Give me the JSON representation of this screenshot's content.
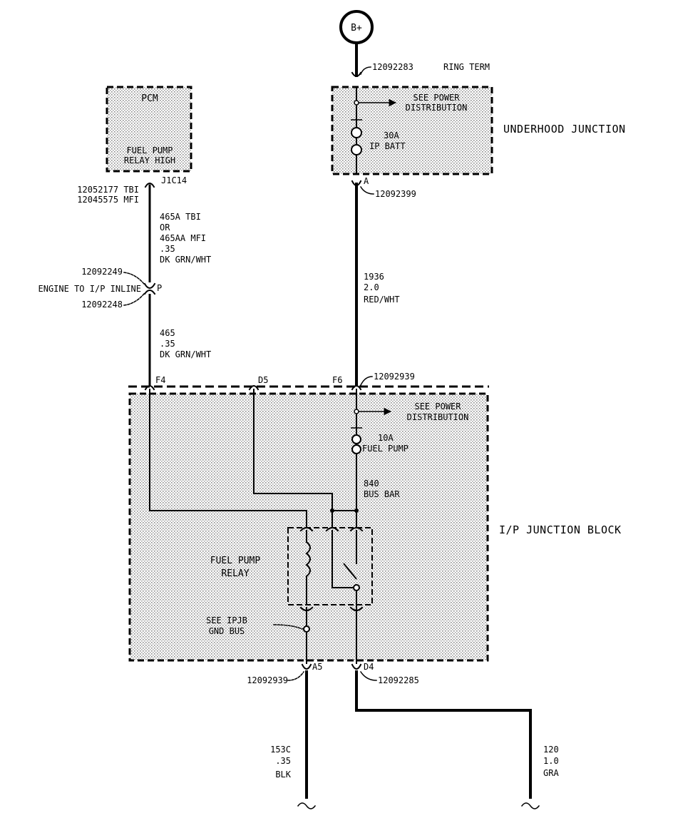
{
  "battery": {
    "label": "B+"
  },
  "top": {
    "ring_term_part": "12092283",
    "ring_term_label": "RING TERM"
  },
  "pcm": {
    "title": "PCM",
    "subtitle_line1": "FUEL PUMP",
    "subtitle_line2": "RELAY HIGH",
    "pin": "J1C14",
    "conn_tbi": "12052177 TBI",
    "conn_mfi": "12045575 MFI"
  },
  "underhood": {
    "name": "UNDERHOOD JUNCTION",
    "see_line1": "SEE POWER",
    "see_line2": "DISTRIBUTION",
    "fuse_amp": "30A",
    "fuse_name": "IP BATT",
    "pin": "A",
    "connector": "12092399"
  },
  "wire_pcm": {
    "line1": "465A TBI",
    "line2": "OR",
    "line3": "465AA MFI",
    "line4": ".35",
    "line5": "DK GRN/WHT"
  },
  "inline": {
    "part_top": "12092249",
    "name": "ENGINE TO I/P INLINE",
    "pin": "P",
    "part_bottom": "12092248"
  },
  "wire_465": {
    "circuit": "465",
    "gauge": ".35",
    "color": "DK GRN/WHT"
  },
  "wire_1936": {
    "circuit": "1936",
    "gauge": "2.0",
    "color": "RED/WHT"
  },
  "ipjb": {
    "name": "I/P JUNCTION BLOCK",
    "pin_f4": "F4",
    "pin_d5": "D5",
    "pin_f6": "F6",
    "connector_top": "12092939",
    "see_line1": "SEE POWER",
    "see_line2": "DISTRIBUTION",
    "fuse_amp": "10A",
    "fuse_name": "FUEL PUMP",
    "bus_id": "840",
    "bus_name": "BUS BAR",
    "relay_line1": "FUEL PUMP",
    "relay_line2": "RELAY",
    "gnd_line1": "SEE IPJB",
    "gnd_line2": "GND BUS",
    "pin_a5": "A5",
    "pin_d4": "D4",
    "connector_bl": "12092939",
    "connector_br": "12092285"
  },
  "wire_153c": {
    "circuit": "153C",
    "gauge": ".35",
    "color": "BLK"
  },
  "wire_120": {
    "circuit": "120",
    "gauge": "1.0",
    "color": "GRA"
  }
}
